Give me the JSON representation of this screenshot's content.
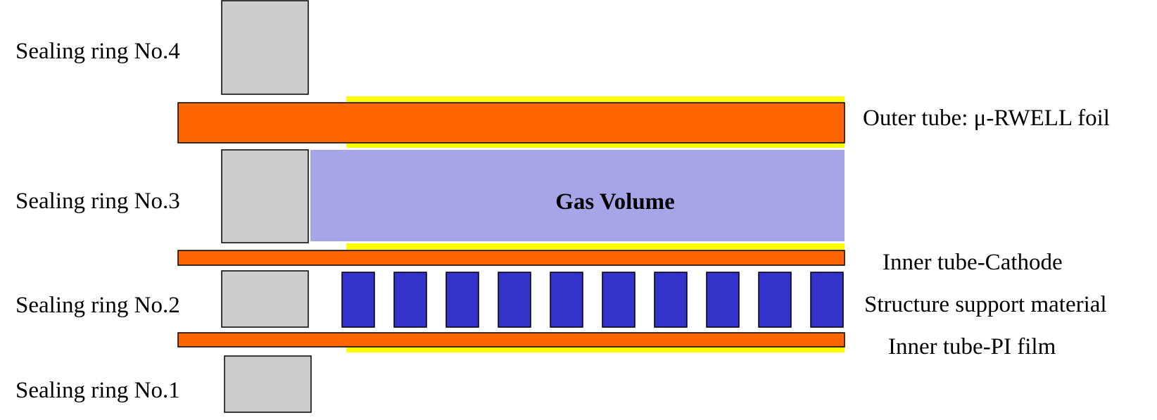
{
  "colors": {
    "tube": "#ff6600",
    "coating": "#ffff00",
    "gas_volume": "#a5a5e8",
    "structure": "#3333cc",
    "ring": "#cccccc"
  },
  "labels": {
    "sealing_ring_4": "Sealing ring No.4",
    "sealing_ring_3": "Sealing ring No.3",
    "sealing_ring_2": "Sealing ring No.2",
    "sealing_ring_1": "Sealing ring No.1",
    "outer_tube": "Outer tube: μ-RWELL foil",
    "gas_volume": "Gas Volume",
    "inner_tube_cathode": "Inner tube-Cathode",
    "structure_support": "Structure support material",
    "inner_tube_pi": "Inner tube-PI film"
  },
  "structure_block_count": 10
}
